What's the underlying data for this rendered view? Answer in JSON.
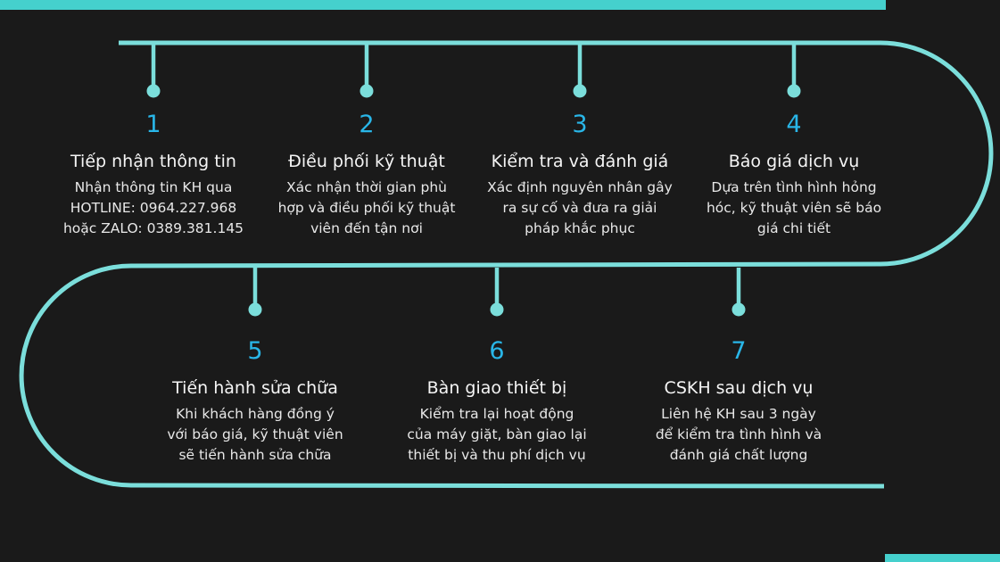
{
  "graphic": {
    "type": "process-timeline-infographic",
    "background_color": "#1a1a1a",
    "accent_color": "#45d0cd",
    "track_color": "#7bdedb",
    "number_color": "#29b6e8",
    "text_color": "#f2f2f2"
  },
  "steps": [
    {
      "number": "1",
      "title": "Tiếp nhận thông tin",
      "desc_lines": [
        "Nhận thông tin KH qua",
        "HOTLINE: 0964.227.968",
        "hoặc ZALO: 0389.381.145"
      ]
    },
    {
      "number": "2",
      "title": "Điều phối kỹ thuật",
      "desc_lines": [
        "Xác nhận thời gian phù",
        "hợp và điều phối kỹ thuật",
        "viên đến tận nơi"
      ]
    },
    {
      "number": "3",
      "title": "Kiểm tra và đánh giá",
      "desc_lines": [
        "Xác định nguyên nhân gây",
        "ra sự cố và đưa ra giải",
        "pháp khắc phục"
      ]
    },
    {
      "number": "4",
      "title": "Báo giá dịch vụ",
      "desc_lines": [
        "Dựa trên tình hình hỏng",
        "hóc, kỹ thuật viên sẽ báo",
        "giá chi tiết"
      ]
    },
    {
      "number": "5",
      "title": "Tiến hành sửa chữa",
      "desc_lines": [
        "Khi khách hàng đồng ý",
        "với báo giá, kỹ thuật viên",
        "sẽ tiến hành sửa chữa"
      ]
    },
    {
      "number": "6",
      "title": "Bàn giao thiết bị",
      "desc_lines": [
        "Kiểm tra lại hoạt động",
        "của máy giặt, bàn giao lại",
        "thiết bị và thu phí dịch vụ"
      ]
    },
    {
      "number": "7",
      "title": "CSKH sau dịch vụ",
      "desc_lines": [
        "Liên hệ KH sau 3 ngày",
        "để kiểm tra tình hình và",
        "đánh giá chất lượng"
      ]
    }
  ]
}
